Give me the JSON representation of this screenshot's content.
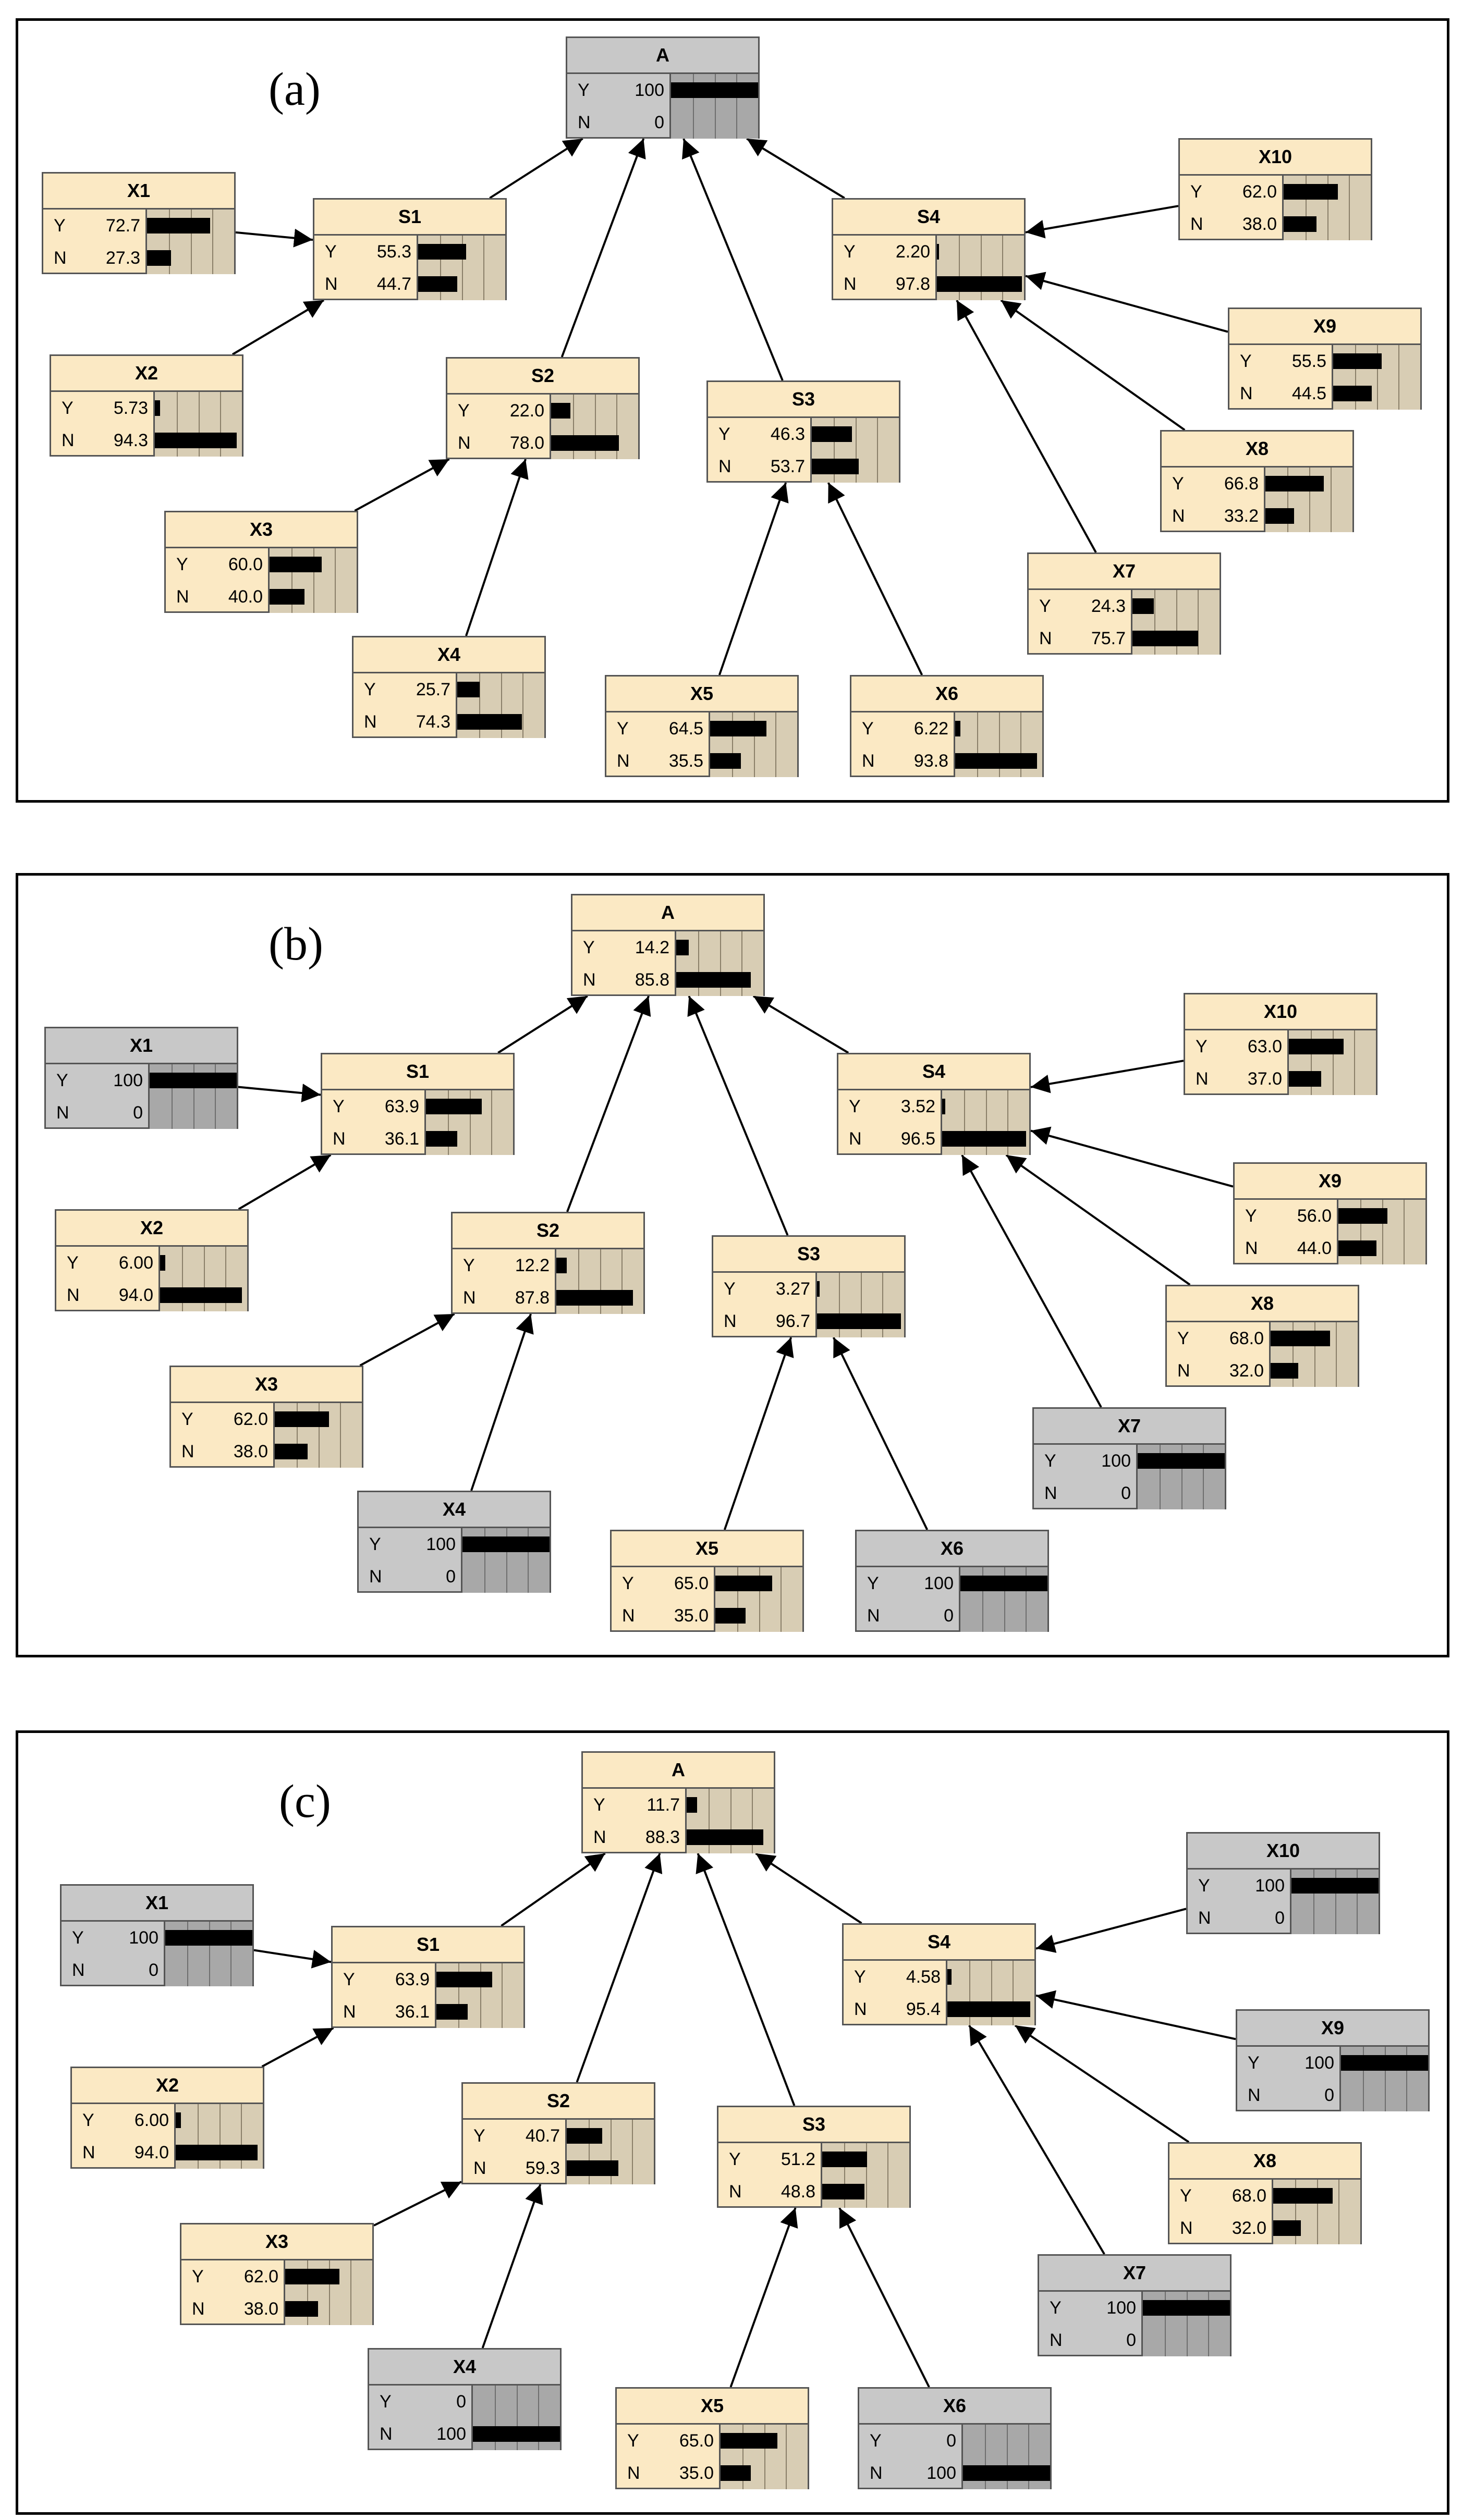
{
  "panels": [
    {
      "label": "(a)",
      "nodes": [
        {
          "id": "A",
          "name": "A",
          "y": "100",
          "n": "0",
          "yv": 100,
          "nv": 0,
          "observed": true
        },
        {
          "id": "S1",
          "name": "S1",
          "y": "55.3",
          "n": "44.7",
          "yv": 55.3,
          "nv": 44.7,
          "observed": false
        },
        {
          "id": "S2",
          "name": "S2",
          "y": "22.0",
          "n": "78.0",
          "yv": 22.0,
          "nv": 78.0,
          "observed": false
        },
        {
          "id": "S3",
          "name": "S3",
          "y": "46.3",
          "n": "53.7",
          "yv": 46.3,
          "nv": 53.7,
          "observed": false
        },
        {
          "id": "S4",
          "name": "S4",
          "y": "2.20",
          "n": "97.8",
          "yv": 2.2,
          "nv": 97.8,
          "observed": false
        },
        {
          "id": "X1",
          "name": "X1",
          "y": "72.7",
          "n": "27.3",
          "yv": 72.7,
          "nv": 27.3,
          "observed": false
        },
        {
          "id": "X2",
          "name": "X2",
          "y": "5.73",
          "n": "94.3",
          "yv": 5.73,
          "nv": 94.3,
          "observed": false
        },
        {
          "id": "X3",
          "name": "X3",
          "y": "60.0",
          "n": "40.0",
          "yv": 60.0,
          "nv": 40.0,
          "observed": false
        },
        {
          "id": "X4",
          "name": "X4",
          "y": "25.7",
          "n": "74.3",
          "yv": 25.7,
          "nv": 74.3,
          "observed": false
        },
        {
          "id": "X5",
          "name": "X5",
          "y": "64.5",
          "n": "35.5",
          "yv": 64.5,
          "nv": 35.5,
          "observed": false
        },
        {
          "id": "X6",
          "name": "X6",
          "y": "6.22",
          "n": "93.8",
          "yv": 6.22,
          "nv": 93.8,
          "observed": false
        },
        {
          "id": "X7",
          "name": "X7",
          "y": "24.3",
          "n": "75.7",
          "yv": 24.3,
          "nv": 75.7,
          "observed": false
        },
        {
          "id": "X8",
          "name": "X8",
          "y": "66.8",
          "n": "33.2",
          "yv": 66.8,
          "nv": 33.2,
          "observed": false
        },
        {
          "id": "X9",
          "name": "X9",
          "y": "55.5",
          "n": "44.5",
          "yv": 55.5,
          "nv": 44.5,
          "observed": false
        },
        {
          "id": "X10",
          "name": "X10",
          "y": "62.0",
          "n": "38.0",
          "yv": 62.0,
          "nv": 38.0,
          "observed": false
        }
      ]
    },
    {
      "label": "(b)",
      "nodes": [
        {
          "id": "A",
          "name": "A",
          "y": "14.2",
          "n": "85.8",
          "yv": 14.2,
          "nv": 85.8,
          "observed": false
        },
        {
          "id": "S1",
          "name": "S1",
          "y": "63.9",
          "n": "36.1",
          "yv": 63.9,
          "nv": 36.1,
          "observed": false
        },
        {
          "id": "S2",
          "name": "S2",
          "y": "12.2",
          "n": "87.8",
          "yv": 12.2,
          "nv": 87.8,
          "observed": false
        },
        {
          "id": "S3",
          "name": "S3",
          "y": "3.27",
          "n": "96.7",
          "yv": 3.27,
          "nv": 96.7,
          "observed": false
        },
        {
          "id": "S4",
          "name": "S4",
          "y": "3.52",
          "n": "96.5",
          "yv": 3.52,
          "nv": 96.5,
          "observed": false
        },
        {
          "id": "X1",
          "name": "X1",
          "y": "100",
          "n": "0",
          "yv": 100,
          "nv": 0,
          "observed": true
        },
        {
          "id": "X2",
          "name": "X2",
          "y": "6.00",
          "n": "94.0",
          "yv": 6.0,
          "nv": 94.0,
          "observed": false
        },
        {
          "id": "X3",
          "name": "X3",
          "y": "62.0",
          "n": "38.0",
          "yv": 62.0,
          "nv": 38.0,
          "observed": false
        },
        {
          "id": "X4",
          "name": "X4",
          "y": "100",
          "n": "0",
          "yv": 100,
          "nv": 0,
          "observed": true
        },
        {
          "id": "X5",
          "name": "X5",
          "y": "65.0",
          "n": "35.0",
          "yv": 65.0,
          "nv": 35.0,
          "observed": false
        },
        {
          "id": "X6",
          "name": "X6",
          "y": "100",
          "n": "0",
          "yv": 100,
          "nv": 0,
          "observed": true
        },
        {
          "id": "X7",
          "name": "X7",
          "y": "100",
          "n": "0",
          "yv": 100,
          "nv": 0,
          "observed": true
        },
        {
          "id": "X8",
          "name": "X8",
          "y": "68.0",
          "n": "32.0",
          "yv": 68.0,
          "nv": 32.0,
          "observed": false
        },
        {
          "id": "X9",
          "name": "X9",
          "y": "56.0",
          "n": "44.0",
          "yv": 56.0,
          "nv": 44.0,
          "observed": false
        },
        {
          "id": "X10",
          "name": "X10",
          "y": "63.0",
          "n": "37.0",
          "yv": 63.0,
          "nv": 37.0,
          "observed": false
        }
      ]
    },
    {
      "label": "(c)",
      "nodes": [
        {
          "id": "A",
          "name": "A",
          "y": "11.7",
          "n": "88.3",
          "yv": 11.7,
          "nv": 88.3,
          "observed": false
        },
        {
          "id": "S1",
          "name": "S1",
          "y": "63.9",
          "n": "36.1",
          "yv": 63.9,
          "nv": 36.1,
          "observed": false
        },
        {
          "id": "S2",
          "name": "S2",
          "y": "40.7",
          "n": "59.3",
          "yv": 40.7,
          "nv": 59.3,
          "observed": false
        },
        {
          "id": "S3",
          "name": "S3",
          "y": "51.2",
          "n": "48.8",
          "yv": 51.2,
          "nv": 48.8,
          "observed": false
        },
        {
          "id": "S4",
          "name": "S4",
          "y": "4.58",
          "n": "95.4",
          "yv": 4.58,
          "nv": 95.4,
          "observed": false
        },
        {
          "id": "X1",
          "name": "X1",
          "y": "100",
          "n": "0",
          "yv": 100,
          "nv": 0,
          "observed": true
        },
        {
          "id": "X2",
          "name": "X2",
          "y": "6.00",
          "n": "94.0",
          "yv": 6.0,
          "nv": 94.0,
          "observed": false
        },
        {
          "id": "X3",
          "name": "X3",
          "y": "62.0",
          "n": "38.0",
          "yv": 62.0,
          "nv": 38.0,
          "observed": false
        },
        {
          "id": "X4",
          "name": "X4",
          "y": "0",
          "n": "100",
          "yv": 0,
          "nv": 100,
          "observed": true
        },
        {
          "id": "X5",
          "name": "X5",
          "y": "65.0",
          "n": "35.0",
          "yv": 65.0,
          "nv": 35.0,
          "observed": false
        },
        {
          "id": "X6",
          "name": "X6",
          "y": "0",
          "n": "100",
          "yv": 0,
          "nv": 100,
          "observed": true
        },
        {
          "id": "X7",
          "name": "X7",
          "y": "100",
          "n": "0",
          "yv": 100,
          "nv": 0,
          "observed": true
        },
        {
          "id": "X8",
          "name": "X8",
          "y": "68.0",
          "n": "32.0",
          "yv": 68.0,
          "nv": 32.0,
          "observed": false
        },
        {
          "id": "X9",
          "name": "X9",
          "y": "100",
          "n": "0",
          "yv": 100,
          "nv": 0,
          "observed": true
        },
        {
          "id": "X10",
          "name": "X10",
          "y": "100",
          "n": "0",
          "yv": 100,
          "nv": 0,
          "observed": true
        }
      ]
    }
  ],
  "state_labels": {
    "yes": "Y",
    "no": "N"
  },
  "edges": [
    [
      "X1",
      "S1"
    ],
    [
      "X2",
      "S1"
    ],
    [
      "X3",
      "S2"
    ],
    [
      "X4",
      "S2"
    ],
    [
      "X5",
      "S3"
    ],
    [
      "X6",
      "S3"
    ],
    [
      "X7",
      "S4"
    ],
    [
      "X8",
      "S4"
    ],
    [
      "X9",
      "S4"
    ],
    [
      "X10",
      "S4"
    ],
    [
      "S1",
      "A"
    ],
    [
      "S2",
      "A"
    ],
    [
      "S3",
      "A"
    ],
    [
      "S4",
      "A"
    ]
  ],
  "colors": {
    "node": "#fbe9c4",
    "observed": "#c8c8c8",
    "bar": "#000000",
    "edge": "#000000"
  }
}
